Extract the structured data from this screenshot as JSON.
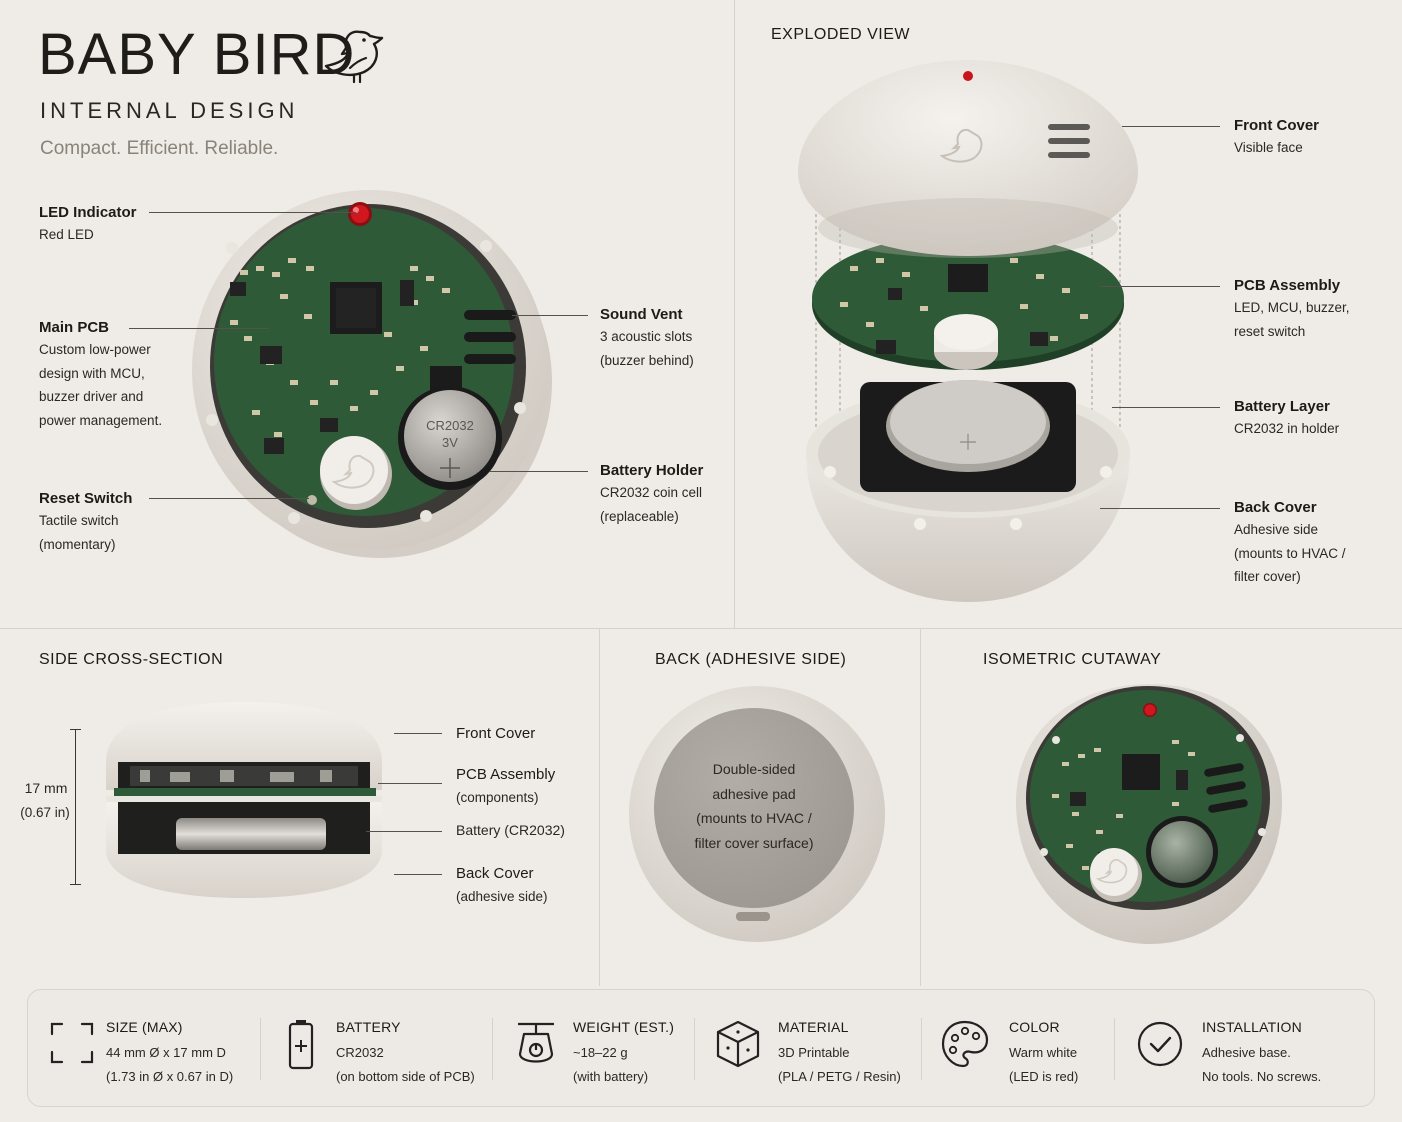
{
  "header": {
    "brand": "BABY BIRD",
    "subtitle": "INTERNAL DESIGN",
    "tagline": "Compact. Efficient. Reliable."
  },
  "front_view": {
    "callouts": {
      "led": {
        "title": "LED Indicator",
        "lines": [
          "Red LED"
        ]
      },
      "pcb": {
        "title": "Main PCB",
        "lines": [
          "Custom low-power",
          "design with MCU,",
          "buzzer driver and",
          "power management."
        ]
      },
      "reset": {
        "title": "Reset Switch",
        "lines": [
          "Tactile switch",
          "(momentary)"
        ]
      },
      "vent": {
        "title": "Sound Vent",
        "lines": [
          "3 acoustic slots",
          "(buzzer behind)"
        ]
      },
      "battery": {
        "title": "Battery Holder",
        "lines": [
          "CR2032 coin cell",
          "(replaceable)"
        ]
      }
    },
    "coin_label_1": "CR2032",
    "coin_label_2": "3V"
  },
  "exploded_view": {
    "title": "EXPLODED VIEW",
    "callouts": {
      "front": {
        "title": "Front Cover",
        "lines": [
          "Visible face"
        ]
      },
      "pcb": {
        "title": "PCB Assembly",
        "lines": [
          "LED, MCU, buzzer,",
          "reset switch"
        ]
      },
      "battery": {
        "title": "Battery Layer",
        "lines": [
          "CR2032 in holder"
        ]
      },
      "back": {
        "title": "Back Cover",
        "lines": [
          "Adhesive side",
          "(mounts to HVAC /",
          "filter cover)"
        ]
      }
    }
  },
  "cross_section": {
    "title": "SIDE CROSS-SECTION",
    "dimension": "17 mm",
    "dimension_in": "(0.67 in)",
    "labels": {
      "front": "Front Cover",
      "pcb": "PCB Assembly",
      "pcb_sub": "(components)",
      "battery": "Battery (CR2032)",
      "back": "Back Cover",
      "back_sub": "(adhesive side)"
    }
  },
  "back_view": {
    "title": "BACK (ADHESIVE SIDE)",
    "pad_lines": [
      "Double-sided",
      "adhesive pad",
      "(mounts to HVAC /",
      "filter cover surface)"
    ]
  },
  "isometric": {
    "title": "ISOMETRIC CUTAWAY"
  },
  "specs": [
    {
      "icon": "size-icon",
      "title": "SIZE (MAX)",
      "line1": "44 mm Ø x 17 mm D",
      "line2": "(1.73 in Ø x 0.67 in D)"
    },
    {
      "icon": "battery-icon",
      "title": "BATTERY",
      "line1": "CR2032",
      "line2": "(on bottom side of PCB)"
    },
    {
      "icon": "scale-icon",
      "title": "WEIGHT (EST.)",
      "line1": "~18–22 g",
      "line2": "(with battery)"
    },
    {
      "icon": "cube-icon",
      "title": "MATERIAL",
      "line1": "3D Printable",
      "line2": "(PLA / PETG / Resin)"
    },
    {
      "icon": "palette-icon",
      "title": "COLOR",
      "line1": "Warm white",
      "line2": "(LED is red)"
    },
    {
      "icon": "checkmark-icon",
      "title": "INSTALLATION",
      "line1": "Adhesive base.",
      "line2": "No tools. No screws."
    }
  ],
  "colors": {
    "shell": "#e6e1da",
    "pcb": "#2f5a37",
    "led": "#c8141b",
    "background": "#efebe6"
  }
}
